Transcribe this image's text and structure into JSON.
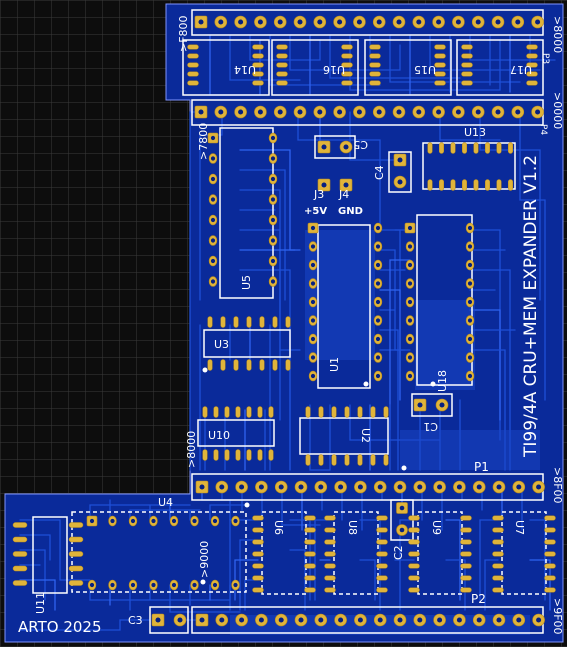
{
  "colors": {
    "background": "#0d0d0d",
    "grid": "#3a3a3a",
    "board": "#0a2a9a",
    "board_dark": "#062080",
    "trace": "#1e4fd8",
    "trace_light": "#2f63f0",
    "pad": "#e0b43a",
    "pad_edge": "#b88a1c",
    "silk": "#ffffff"
  },
  "board_title": "TI99/4A CRU+MEM EXPANDER V1.2",
  "credit": "ARTO 2025",
  "addresses": {
    "f800": ">F800",
    "a8000_top": ">8000",
    "a0000": ">0000",
    "a7800": ">7800",
    "a8000_mid": ">8000",
    "a8f00": ">8F00",
    "a9000": ">9000",
    "a9f00": ">9F00"
  },
  "connectors": {
    "p1": "P1",
    "p2": "P2",
    "p3": "P3",
    "p4": "P4",
    "j3": "J3",
    "j4": "J4",
    "plus5v": "+5V",
    "gnd": "GND"
  },
  "chips": {
    "u1": "U1",
    "u2": "U2",
    "u3": "U3",
    "u4": "U4",
    "u5": "U5",
    "u6": "U6",
    "u7": "U7",
    "u8": "U8",
    "u9": "U9",
    "u10": "U10",
    "u11": "U11",
    "u13": "U13",
    "u14": "U14",
    "u15": "U15",
    "u16": "U16",
    "u17": "U17",
    "u18": "U18"
  },
  "caps": {
    "c1": "C1",
    "c2": "C2",
    "c3": "C3",
    "c4": "C4",
    "c5": "C5"
  }
}
